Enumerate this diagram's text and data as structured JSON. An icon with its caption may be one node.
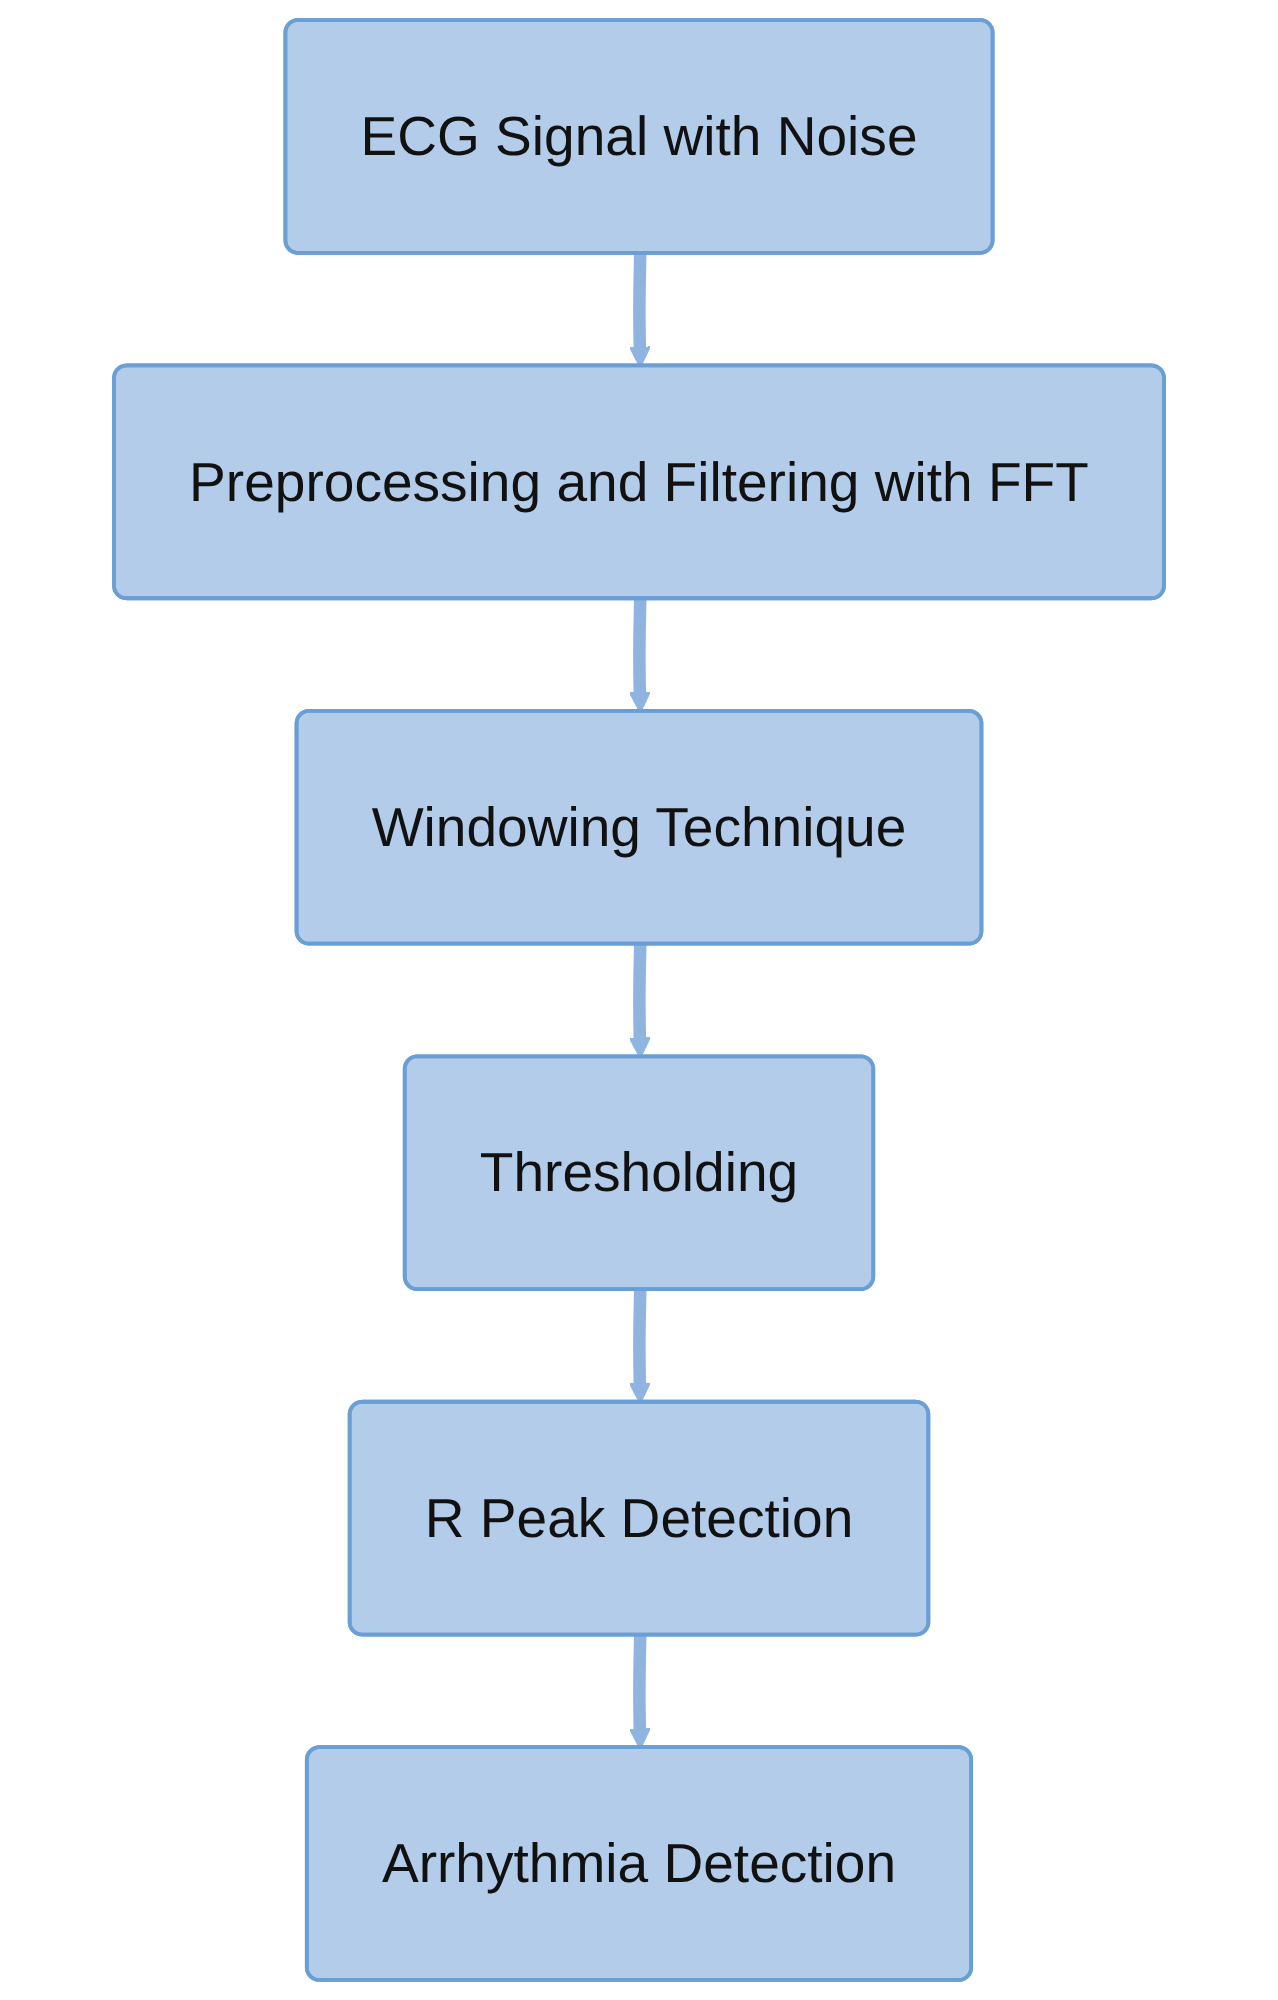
{
  "diagram": {
    "nodes": [
      {
        "text": [
          "ECG Signal with Noise"
        ]
      },
      {
        "text": [
          "Preprocessing and Filtering with FFT"
        ]
      },
      {
        "text": [
          "Windowing Technique"
        ]
      },
      {
        "text": [
          "Thresholding"
        ]
      },
      {
        "text": [
          "R Peak Detection"
        ]
      },
      {
        "text": [
          "Arrhythmia Detection"
        ]
      }
    ],
    "edges": [
      {
        "from": 0,
        "to": 1,
        "arrow": "to"
      },
      {
        "from": 1,
        "to": 2,
        "arrow": "to"
      },
      {
        "from": 2,
        "to": 3,
        "arrow": "to"
      },
      {
        "from": 3,
        "to": 4,
        "arrow": "to"
      },
      {
        "from": 4,
        "to": 5,
        "arrow": "to"
      }
    ]
  }
}
